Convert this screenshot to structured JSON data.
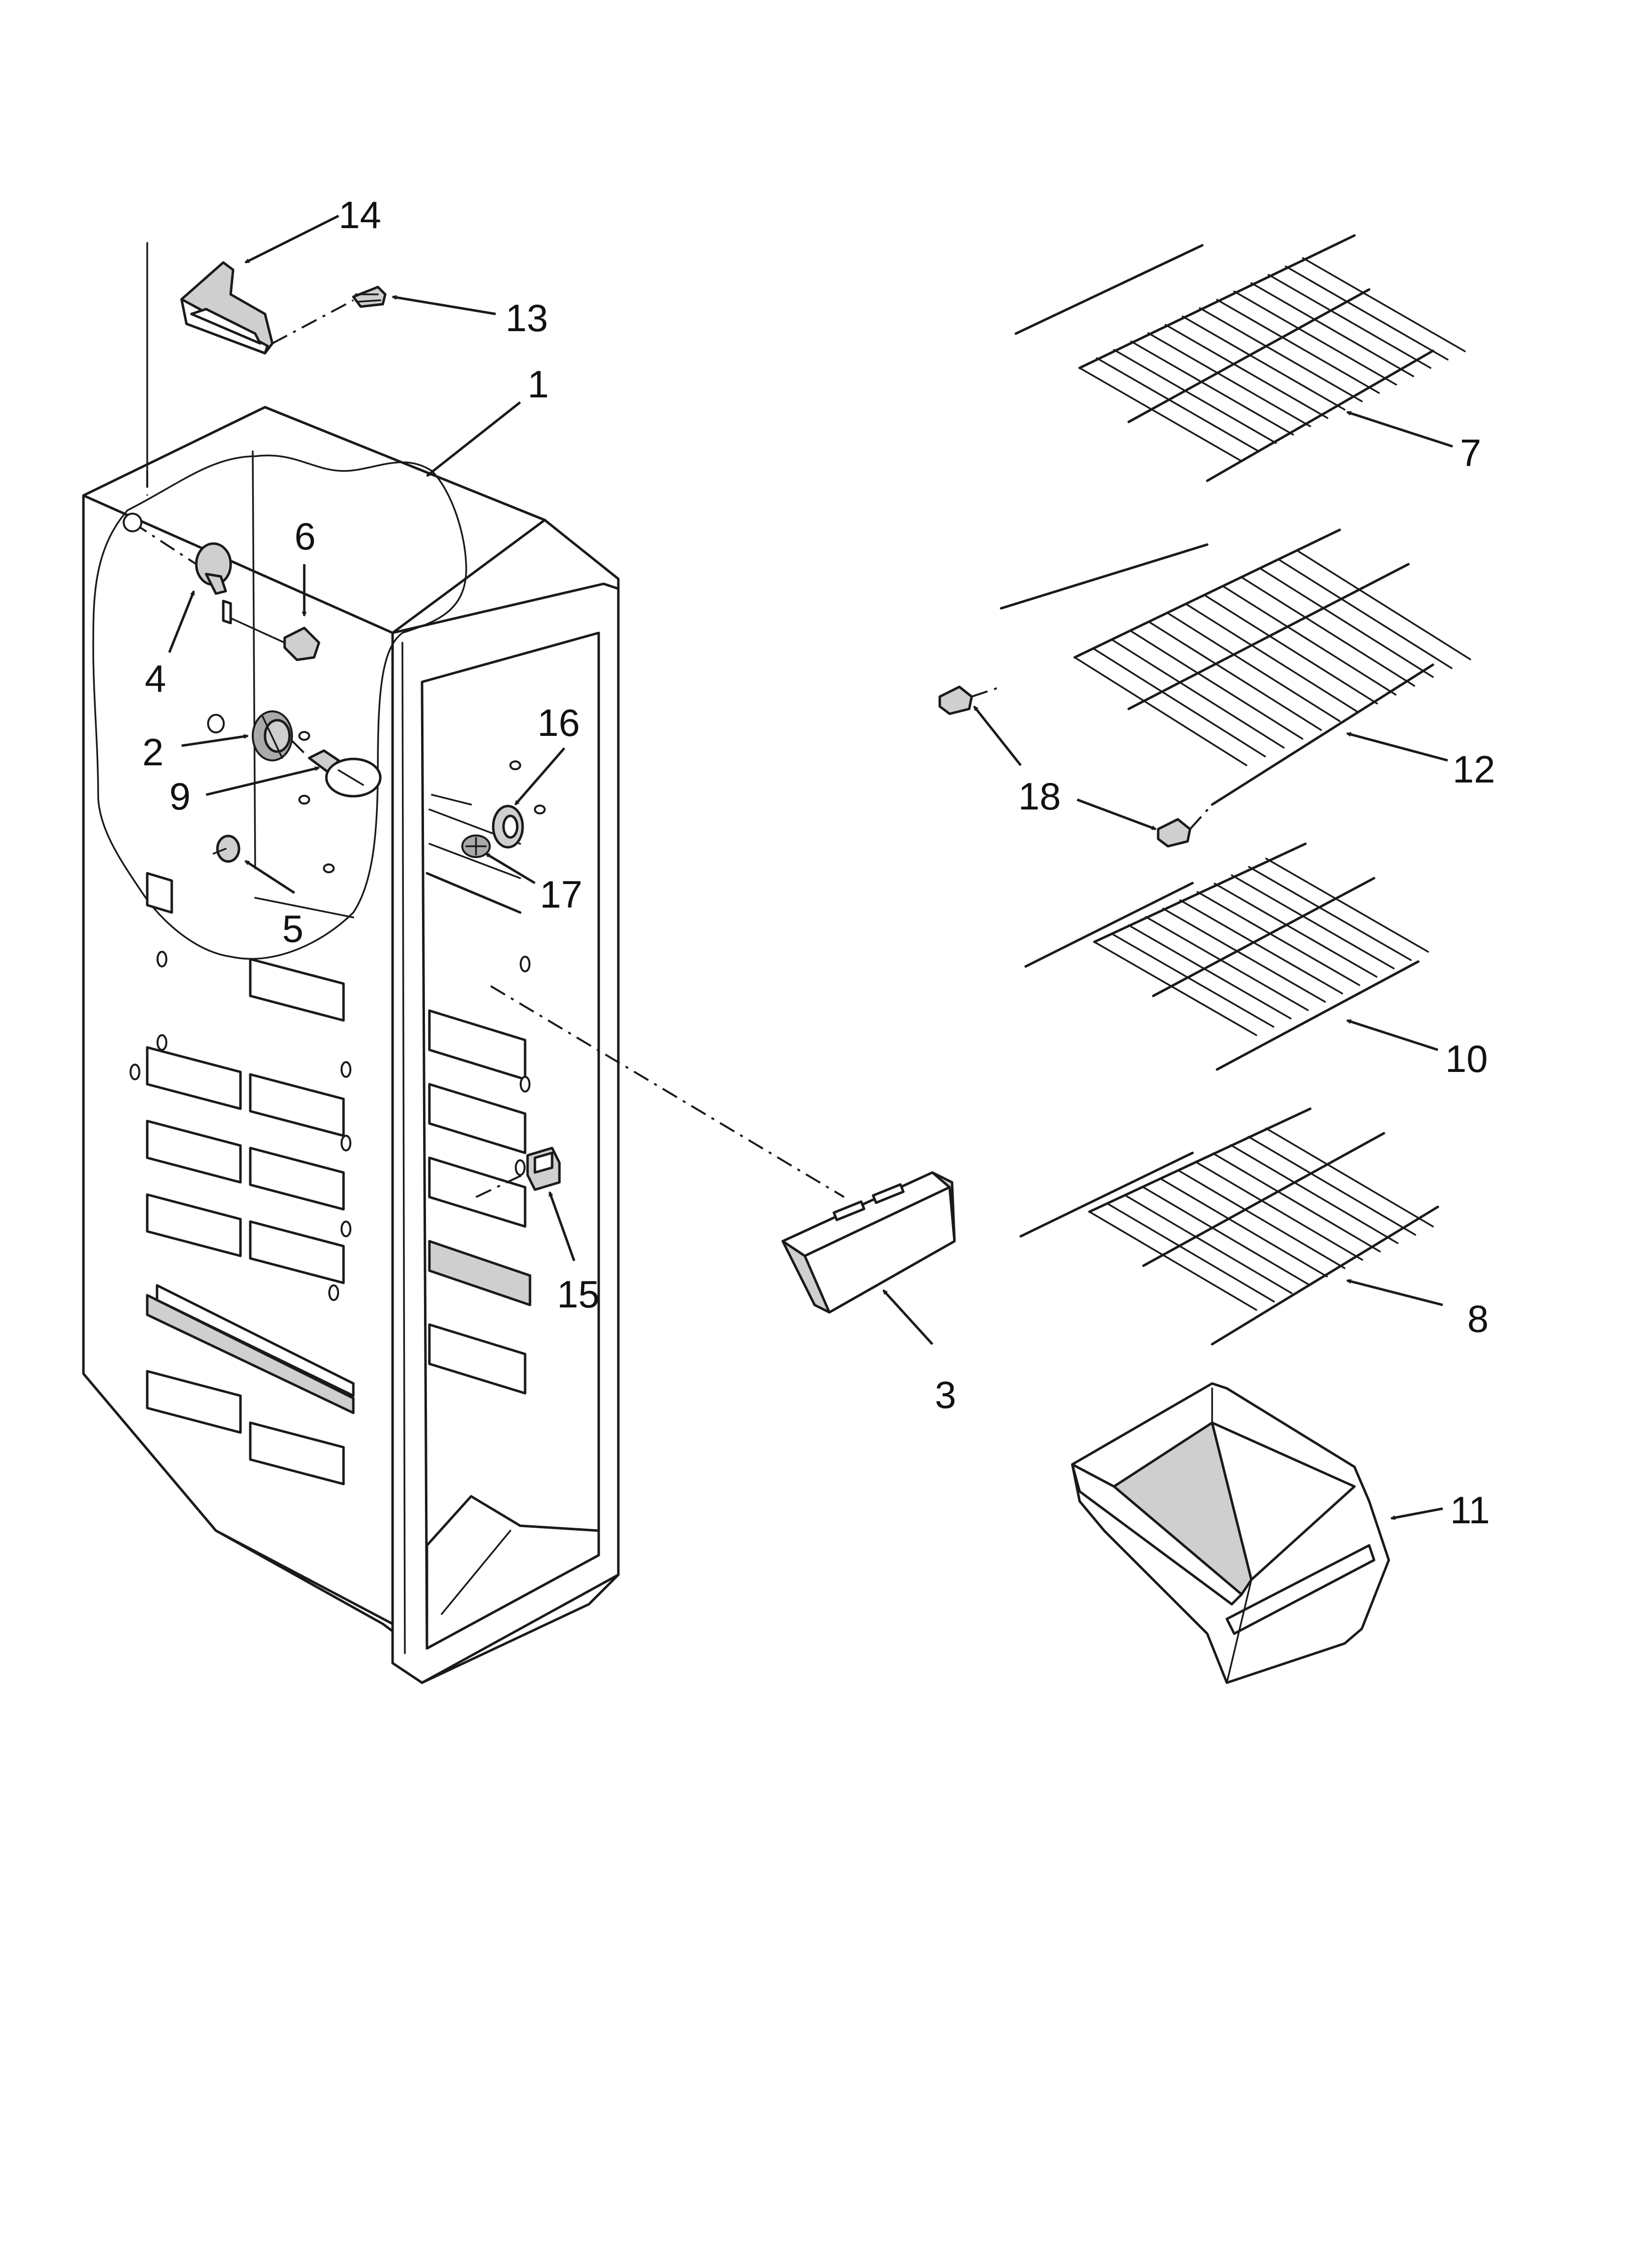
{
  "diagram": {
    "callouts": [
      {
        "id": "c14",
        "label": "14"
      },
      {
        "id": "c13",
        "label": "13"
      },
      {
        "id": "c1",
        "label": "1"
      },
      {
        "id": "c6",
        "label": "6"
      },
      {
        "id": "c4",
        "label": "4"
      },
      {
        "id": "c2",
        "label": "2"
      },
      {
        "id": "c9",
        "label": "9"
      },
      {
        "id": "c5",
        "label": "5"
      },
      {
        "id": "c16",
        "label": "16"
      },
      {
        "id": "c17",
        "label": "17"
      },
      {
        "id": "c15",
        "label": "15"
      },
      {
        "id": "c3",
        "label": "3"
      },
      {
        "id": "c7",
        "label": "7"
      },
      {
        "id": "c18",
        "label": "18"
      },
      {
        "id": "c12",
        "label": "12"
      },
      {
        "id": "c10",
        "label": "10"
      },
      {
        "id": "c8",
        "label": "8"
      },
      {
        "id": "c11",
        "label": "11"
      }
    ]
  }
}
